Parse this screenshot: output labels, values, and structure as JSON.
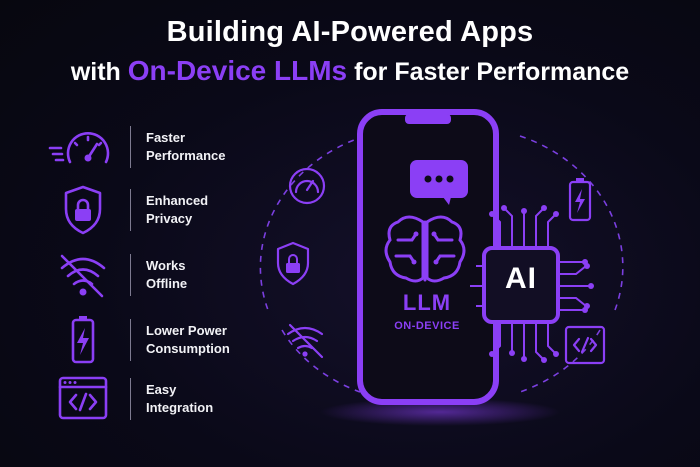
{
  "header": {
    "title": "Building AI-Powered Apps",
    "subtitle_pre": "with ",
    "subtitle_accent": "On-Device LLMs",
    "subtitle_post": " for Faster Performance"
  },
  "features": [
    {
      "icon": "speedometer-icon",
      "line1": "Faster",
      "line2": "Performance"
    },
    {
      "icon": "shield-lock-icon",
      "line1": "Enhanced",
      "line2": "Privacy"
    },
    {
      "icon": "wifi-off-icon",
      "line1": "Works",
      "line2": "Offline"
    },
    {
      "icon": "battery-bolt-icon",
      "line1": "Lower Power",
      "line2": "Consumption"
    },
    {
      "icon": "code-window-icon",
      "line1": "Easy",
      "line2": "Integration"
    }
  ],
  "phone": {
    "llm_label": "LLM",
    "llm_sublabel": "ON-DEVICE",
    "chip_label": "AI"
  },
  "colors": {
    "accent": "#8b3ff5",
    "background": "#0a0918",
    "text": "#ffffff"
  }
}
